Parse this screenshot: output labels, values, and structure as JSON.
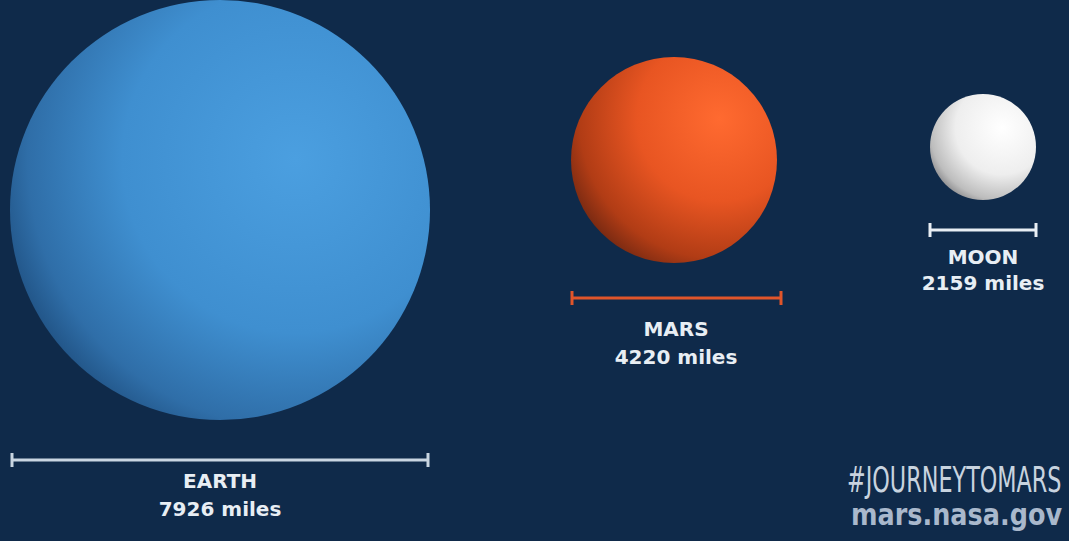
{
  "diagram": {
    "labels": [
      "EARTH",
      "7926 miles",
      "MARS",
      "4220 miles",
      "MOON",
      "2159 miles",
      "#JOURNEYTOMARS",
      "mars.nasa.gov"
    ]
  }
}
